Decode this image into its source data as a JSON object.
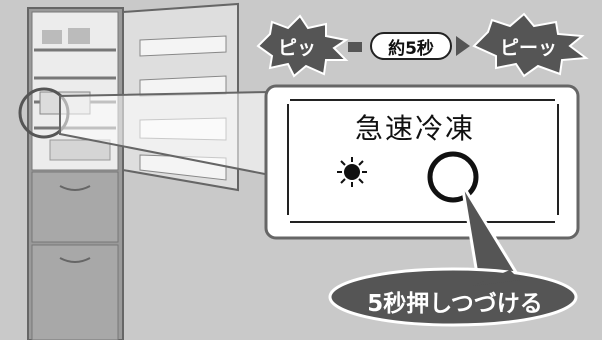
{
  "sequence": {
    "beep_short": "ピッ",
    "duration": "約5秒",
    "beep_long": "ピーッ"
  },
  "panel": {
    "title": "急速冷凍"
  },
  "instruction": "5秒押しつづける",
  "colors": {
    "background": "#c9c9c9",
    "burst": "#555555",
    "panel": "#ffffff",
    "callout": "#555555"
  },
  "icons": [
    "sun-icon",
    "ring-button-icon",
    "arrow-icon"
  ]
}
